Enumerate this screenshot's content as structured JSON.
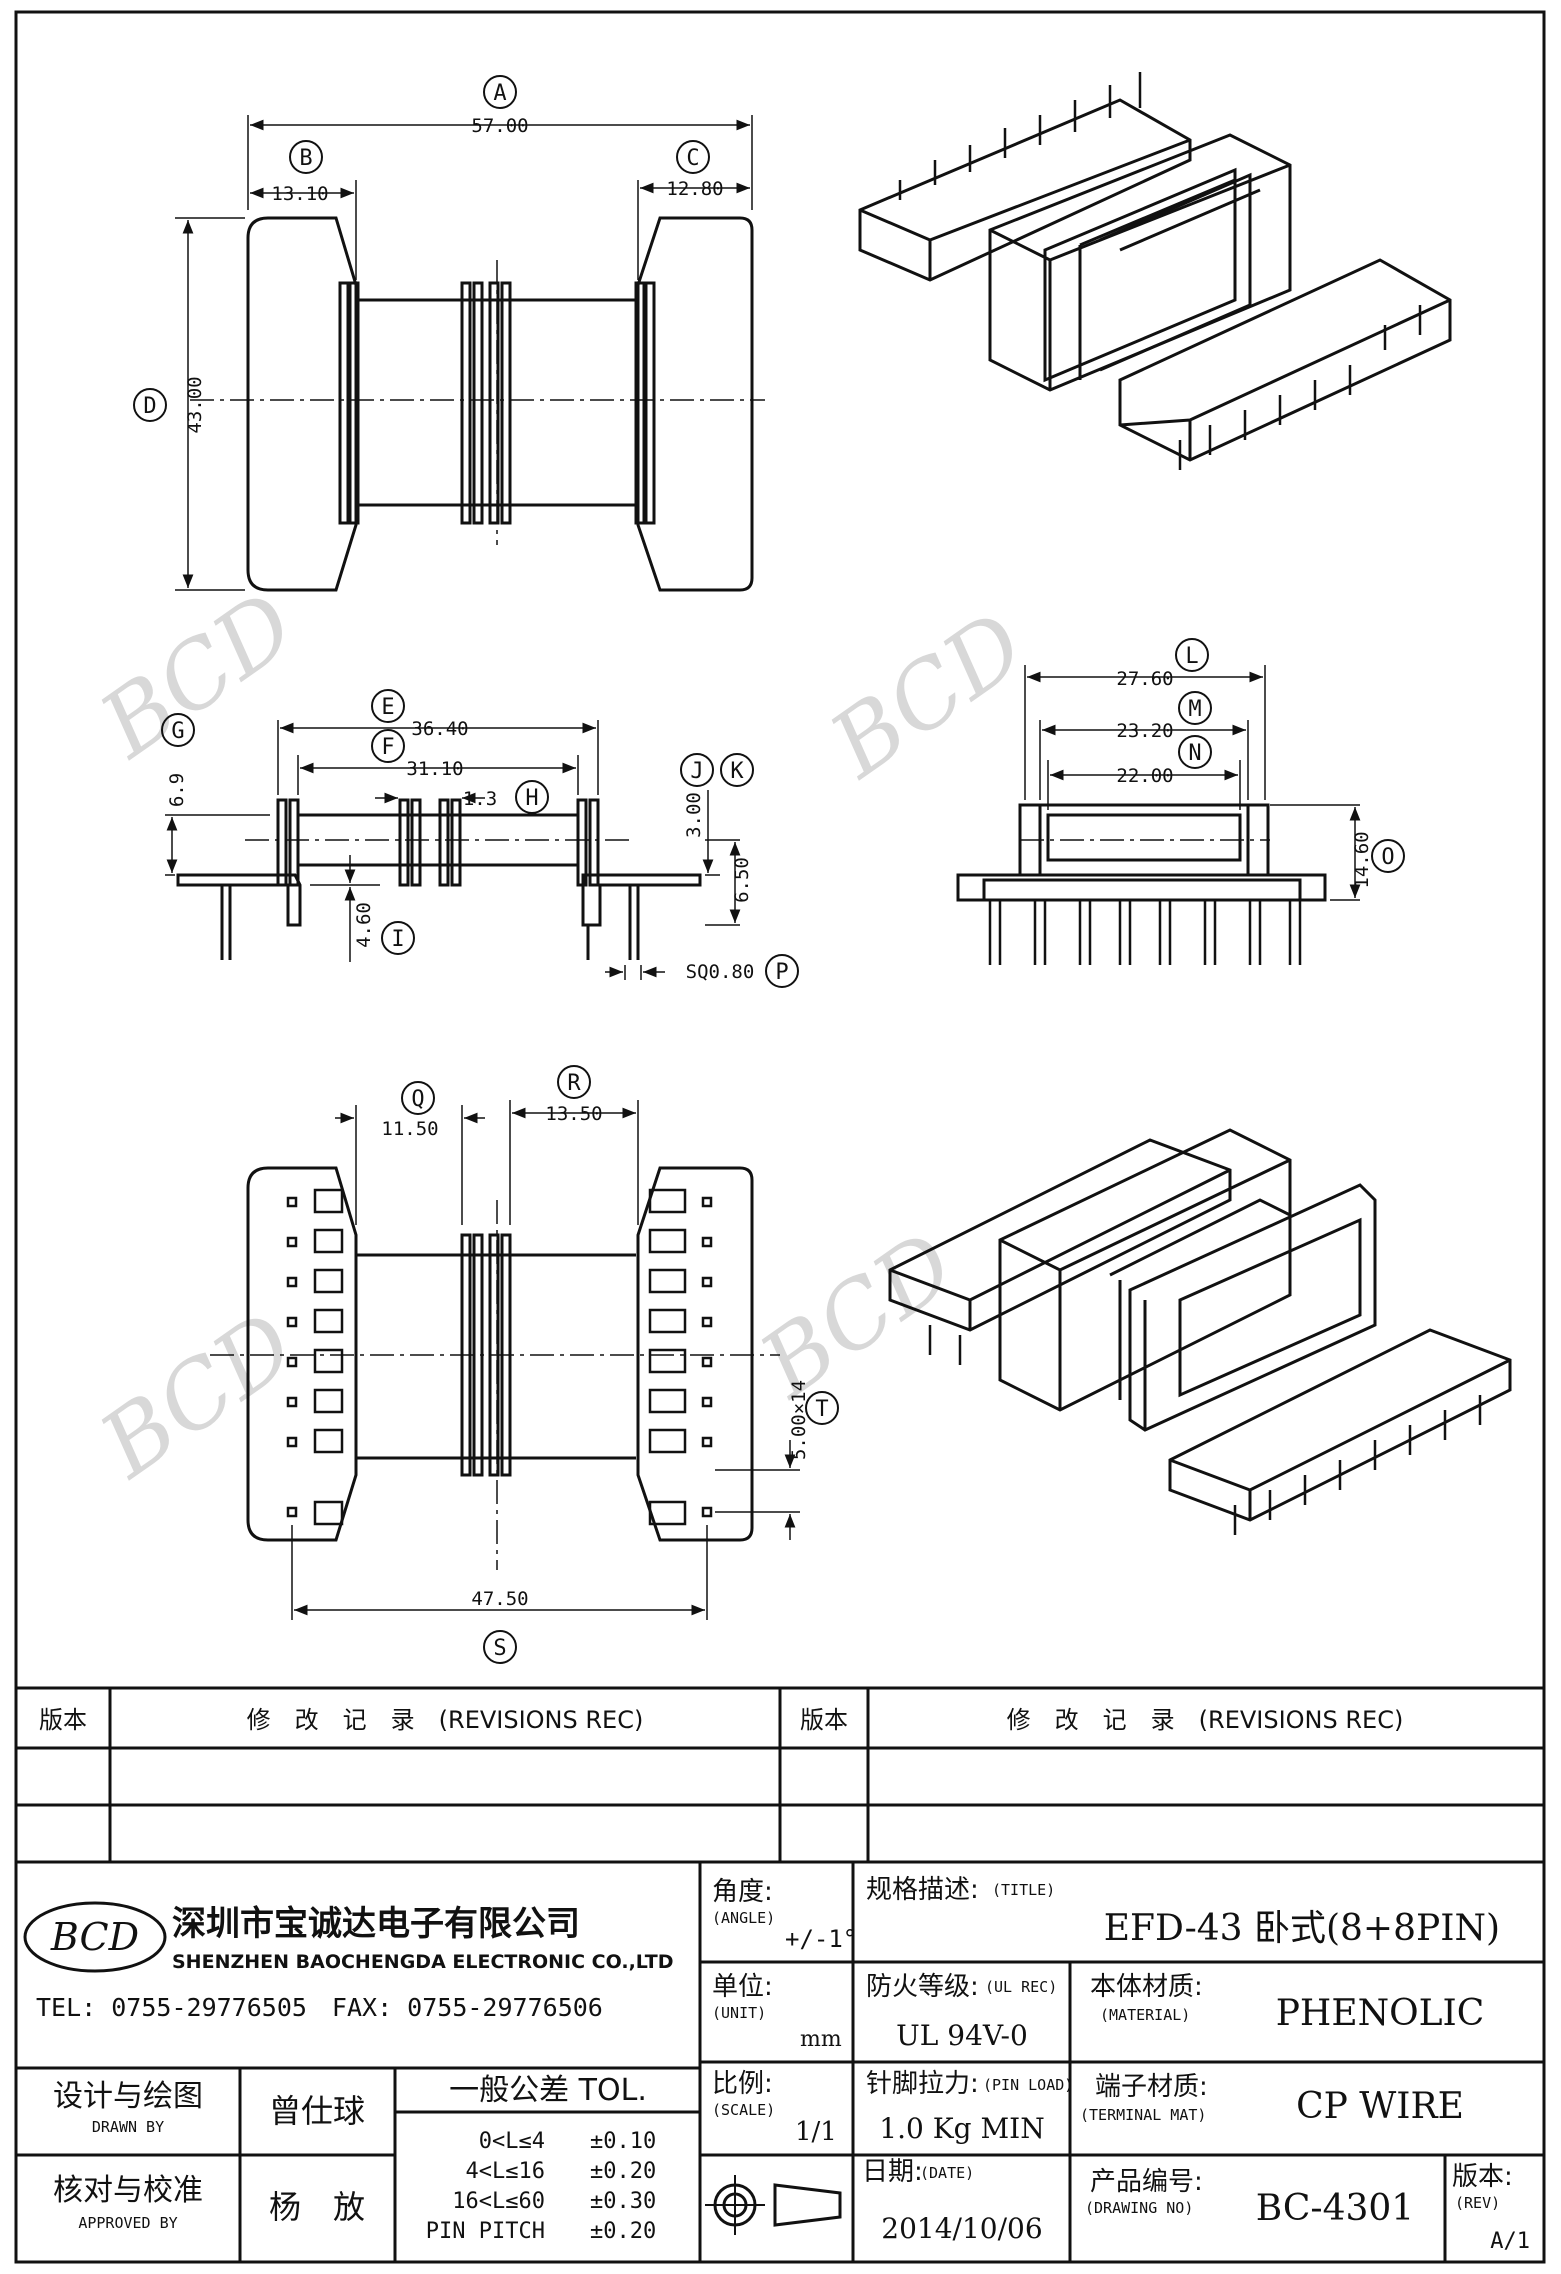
{
  "dimensions": {
    "A": "57.00",
    "B": "13.10",
    "C": "12.80",
    "D": "43.00",
    "E": "36.40",
    "F": "31.10",
    "G": "6.9",
    "H": "1.3",
    "I": "4.60",
    "J": "3.00",
    "K": "6.50",
    "L": "27.60",
    "M": "23.20",
    "N": "22.00",
    "O": "14.60",
    "P": "SQ0.80",
    "Q": "11.50",
    "R": "13.50",
    "S": "47.50",
    "T": "5.00×14"
  },
  "revisions": {
    "col_rev": "版本",
    "col_rec": "修　改　记　录　(REVISIONS REC)"
  },
  "company": {
    "logo_text": "BCD",
    "name_cn": "深圳市宝诚达电子有限公司",
    "name_en": "SHENZHEN BAOCHENGDA ELECTRONIC CO.,LTD",
    "tel_fax": "TEL: 0755-29776505　FAX: 0755-29776506"
  },
  "title_block": {
    "angle_label": "角度:",
    "angle_en": "(ANGLE)",
    "angle_value": "+/-1°",
    "title_label": "规格描述:",
    "title_en": "(TITLE)",
    "title_value": "EFD-43 卧式(8+8PIN)",
    "unit_label": "单位:",
    "unit_en": "(UNIT)",
    "unit_value": "mm",
    "ul_label": "防火等级:",
    "ul_en": "(UL REC)",
    "ul_value": "UL 94V-0",
    "material_label": "本体材质:",
    "material_en": "(MATERIAL)",
    "material_value": "PHENOLIC",
    "designer_label": "设计与绘图",
    "designer_en": "DRAWN BY",
    "designer_value": "曾仕球",
    "tol_label": "一般公差 TOL.",
    "tol_rows": [
      {
        "range": "0<L≤4",
        "tol": "±0.10"
      },
      {
        "range": "4<L≤16",
        "tol": "±0.20"
      },
      {
        "range": "16<L≤60",
        "tol": "±0.30"
      },
      {
        "range": "PIN PITCH",
        "tol": "±0.20"
      }
    ],
    "scale_label": "比例:",
    "scale_en": "(SCALE)",
    "scale_value": "1/1",
    "pinload_label": "针脚拉力:",
    "pinload_en": "(PIN LOAD)",
    "pinload_value": "1.0 Kg MIN",
    "terminal_label": "端子材质:",
    "terminal_en": "(TERMINAL MAT)",
    "terminal_value": "CP WIRE",
    "approver_label": "核对与校准",
    "approver_en": "APPROVED BY",
    "approver_value": "杨　放",
    "date_label": "日期:",
    "date_en": "(DATE)",
    "date_value": "2014/10/06",
    "drawing_label": "产品编号:",
    "drawing_en": "(DRAWING NO)",
    "drawing_value": "BC-4301",
    "rev_label": "版本:",
    "rev_en": "(REV)",
    "rev_value": "A/1"
  }
}
